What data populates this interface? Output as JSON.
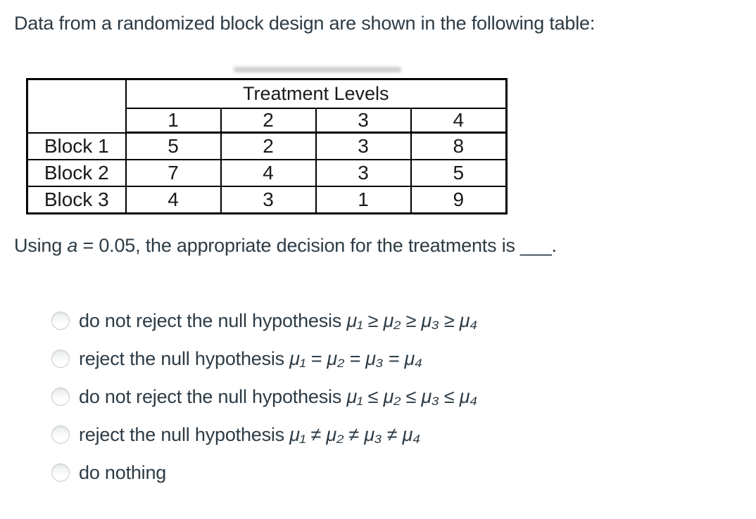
{
  "title": "Data from a randomized block design are shown in the following table:",
  "table": {
    "header": "Treatment Levels",
    "columns": [
      "1",
      "2",
      "3",
      "4"
    ],
    "rows": [
      {
        "label": "Block 1",
        "values": [
          "5",
          "2",
          "3",
          "8"
        ]
      },
      {
        "label": "Block 2",
        "values": [
          "7",
          "4",
          "3",
          "5"
        ]
      },
      {
        "label": "Block 3",
        "values": [
          "4",
          "3",
          "1",
          "9"
        ]
      }
    ]
  },
  "question": {
    "prefix": "Using ",
    "alpha_symbol": "a",
    "suffix": " = 0.05, the appropriate decision for the treatments is ___."
  },
  "options": [
    {
      "text": "do not reject the null hypothesis ",
      "math": "μ₁ ≥ μ₂ ≥ μ₃ ≥ μ₄"
    },
    {
      "text": "reject the null hypothesis ",
      "math": "μ₁ = μ₂ = μ₃ = μ₄"
    },
    {
      "text": "do not reject the null hypothesis ",
      "math": "μ₁ ≤ μ₂ ≤ μ₃ ≤ μ₄"
    },
    {
      "text": "reject the null hypothesis ",
      "math": "μ₁ ≠ μ₂ ≠ μ₃ ≠ μ₄"
    },
    {
      "text": "do nothing",
      "math": ""
    }
  ],
  "colors": {
    "body_text": "#2d3b45",
    "table_text": "#1a1a1c",
    "table_border": "#000000",
    "radio_border": "#c9ced2",
    "background": "#ffffff"
  }
}
